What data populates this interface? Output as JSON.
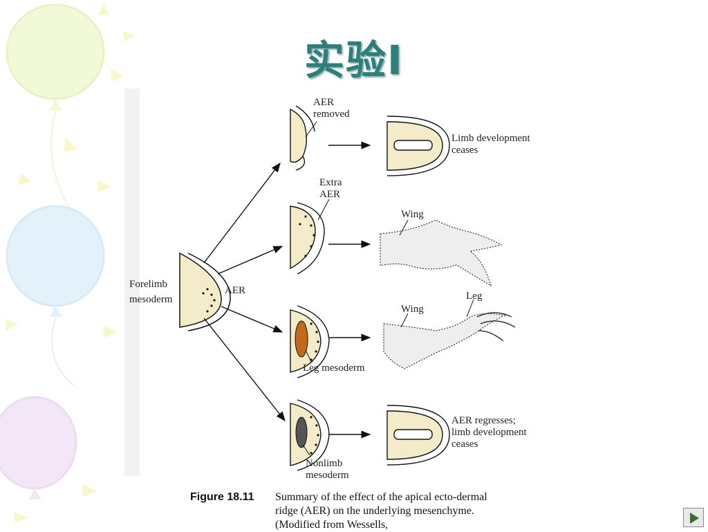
{
  "slide": {
    "title": "实验I"
  },
  "figure": {
    "labels": {
      "aer_removed": "AER\nremoved",
      "limb_ceases_1": "Limb development\nceases",
      "extra_aer": "Extra\nAER",
      "wing_1": "Wing",
      "forelimb_mesoderm": "Forelimb\nmesoderm",
      "aer": "AER",
      "wing_2": "Wing",
      "leg": "Leg",
      "leg_mesoderm": "Leg mesoderm",
      "aer_regresses": "AER regresses;\nlimb development\nceases",
      "nonlimb_mesoderm": "Nonlimb\nmesoderm"
    },
    "caption_head": "Figure 18.11",
    "caption_body": "Summary of the effect of the apical ecto-dermal ridge (AER) on the underlying mesenchyme. (Modified from Wessells,"
  },
  "colors": {
    "title": "#2e7f7c",
    "leg_mesoderm_fill": "#c06a1e",
    "nonlimb_fill": "#555555",
    "mesoderm_fill": "#f4ecc8"
  },
  "nav": {
    "next_icon": "play-triangle-icon"
  }
}
